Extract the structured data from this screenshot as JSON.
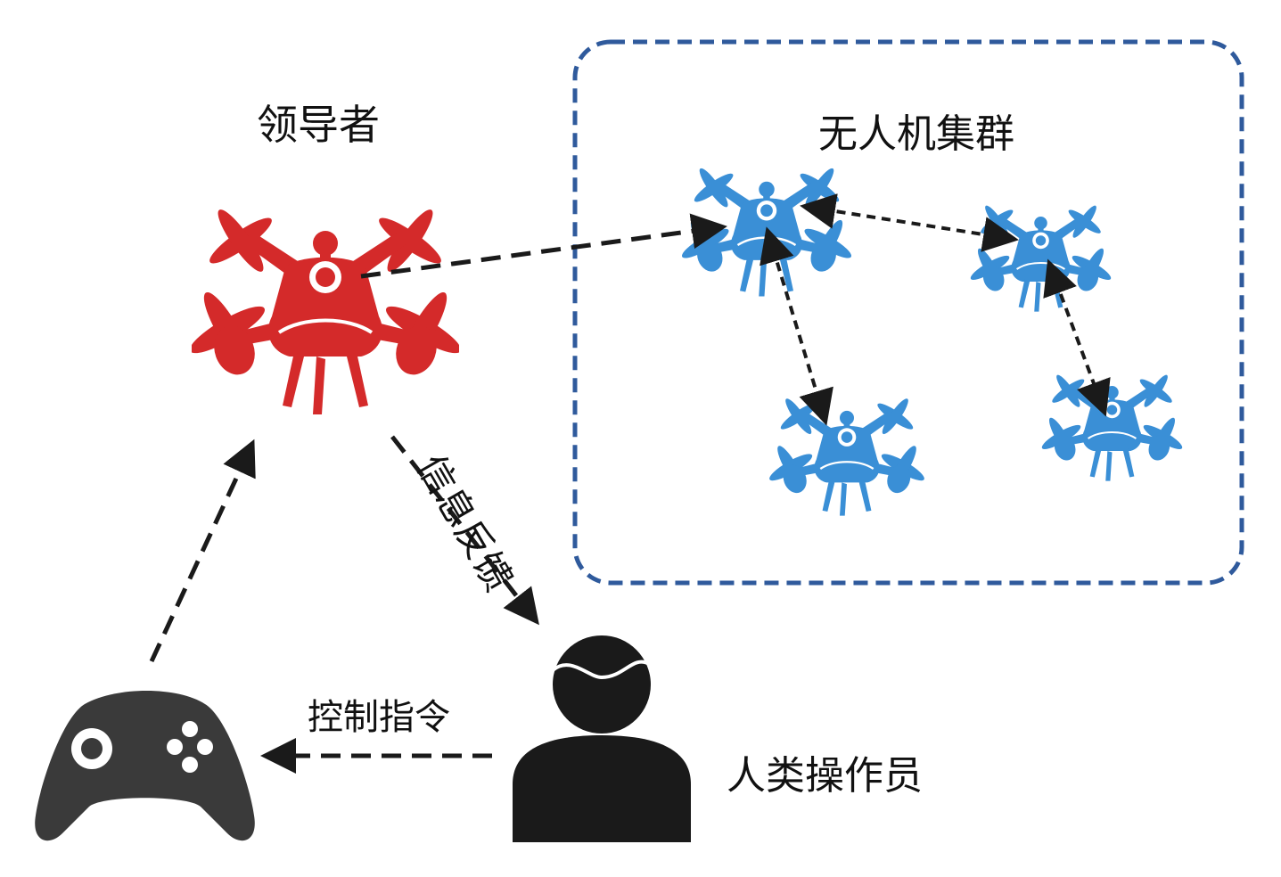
{
  "leader": {
    "title": "领导者",
    "color": "#d42a2a",
    "icon": "quadcopter-icon"
  },
  "swarm": {
    "title": "无人机集群",
    "color": "#3a8fd6",
    "border_color": "#2f5a9c",
    "drone_count": 4,
    "icon": "quadcopter-icon"
  },
  "operator": {
    "label": "人类操作员",
    "icon": "person-icon"
  },
  "controller": {
    "icon": "gamepad-icon"
  },
  "edges": {
    "feedback_label": "信息反馈",
    "control_label": "控制指令"
  },
  "colors": {
    "ink": "#1a1a1a",
    "arrow": "#1a1a1a"
  }
}
